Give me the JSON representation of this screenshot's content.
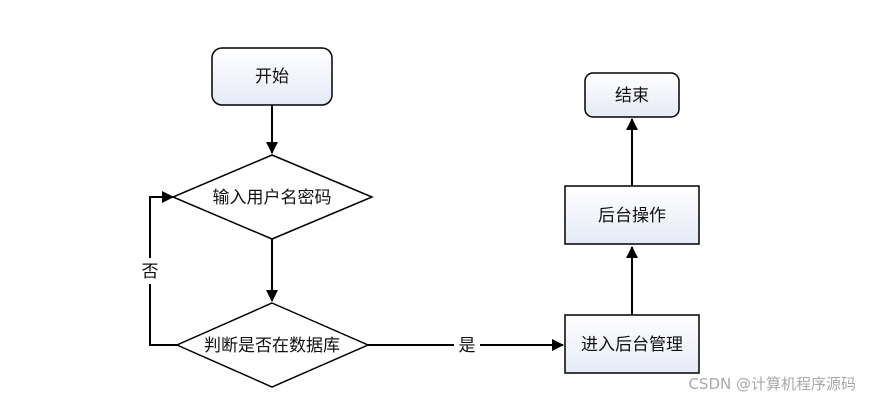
{
  "flowchart": {
    "nodes": {
      "start": "开始",
      "input": "输入用户名密码",
      "check": "判断是否在数据库",
      "enter": "进入后台管理",
      "operate": "后台操作",
      "end": "结束"
    },
    "edges": {
      "no": "否",
      "yes": "是"
    }
  },
  "watermark": "CSDN @计算机程序源码",
  "colors": {
    "stroke": "#000000",
    "node_fill_top": "#ffffff",
    "node_fill_bottom": "#eaeef8"
  }
}
